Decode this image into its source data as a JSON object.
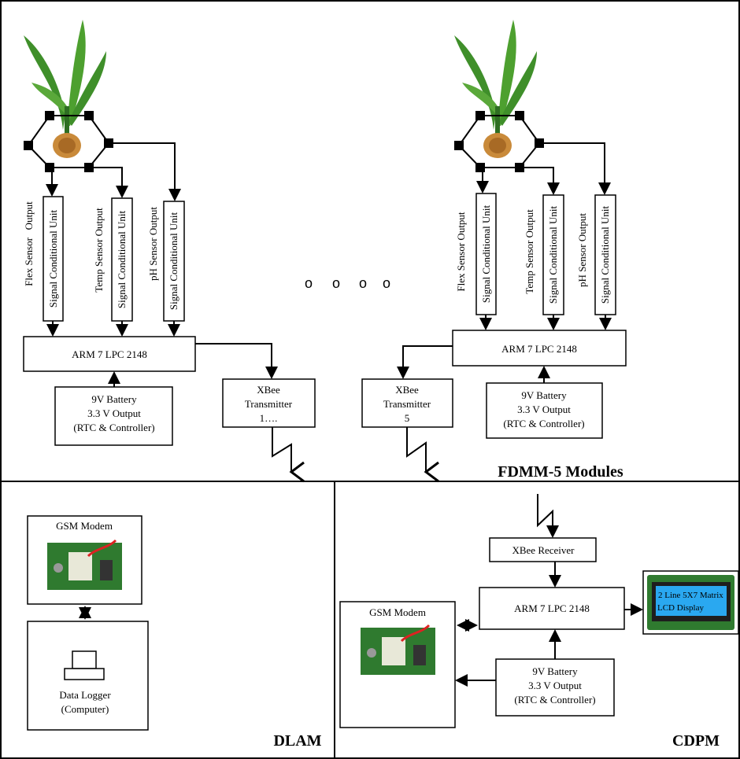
{
  "module": {
    "flex_label": "Flex Sensor   Output",
    "temp_label": "Temp Sensor Output",
    "ph_label": "pH Sensor Output",
    "scu_label": "Signal Conditional Unit",
    "controller": "ARM 7 LPC 2148",
    "battery": [
      "9V Battery",
      "3.3 V Output",
      "(RTC & Controller)"
    ]
  },
  "xbee_left": [
    "XBee",
    "Transmitter",
    "1…."
  ],
  "xbee_right": [
    "XBee",
    "Transmitter",
    "5"
  ],
  "ellipsis": [
    "o",
    "o",
    "o",
    "o"
  ],
  "fdmm_title": "FDMM-5 Modules",
  "dlam": {
    "title": "DLAM",
    "gsm": "GSM Modem",
    "logger": [
      "Data Logger",
      "(Computer)"
    ]
  },
  "cdpm": {
    "title": "CDPM",
    "receiver": "XBee Receiver",
    "controller": "ARM 7 LPC 2148",
    "gsm": "GSM Modem",
    "battery": [
      "9V Battery",
      "3.3 V Output",
      "(RTC & Controller)"
    ],
    "lcd": [
      "2 Line 5X7 Matrix",
      "LCD Display"
    ]
  },
  "colors": {
    "lcd_screen": "#2aa8f0",
    "pcb": "#2f7a2f",
    "leaf": "#3f8f2a",
    "root": "#c98a3a"
  }
}
